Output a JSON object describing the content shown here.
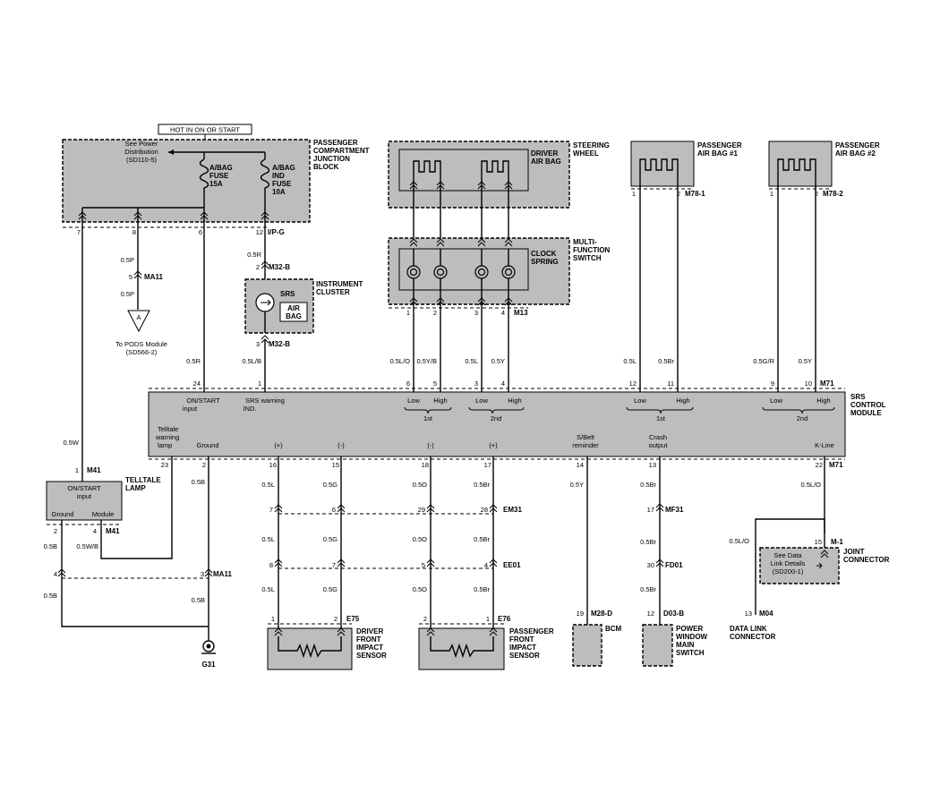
{
  "junction": {
    "hot_label": "HOT IN ON OR START",
    "title": [
      "PASSENGER",
      "COMPARTMENT",
      "JUNCTION",
      "BLOCK"
    ],
    "see_power": [
      "See Power",
      "Distribution",
      "(SD110-5)"
    ],
    "fuse1": [
      "A/BAG",
      "FUSE",
      "15A"
    ],
    "fuse2": [
      "A/BAG",
      "IND",
      "FUSE",
      "10A"
    ],
    "pins": {
      "p7": "7",
      "p8": "8",
      "p6": "6",
      "p12": "12"
    },
    "connector": "I/P-G"
  },
  "pods": {
    "wire1": "0.5P",
    "pin": "5",
    "conn": "MA11",
    "wire2": "0.5P",
    "symbol": "A",
    "label": [
      "To PODS Module",
      "(SD566-2)"
    ]
  },
  "cluster": {
    "wire": "0.5R",
    "pin_top": "2",
    "conn_top": "M32-B",
    "title": [
      "INSTRUMENT",
      "CLUSTER"
    ],
    "srs": "SRS",
    "airbag": [
      "AIR",
      "BAG"
    ],
    "pin_bot": "3",
    "conn_bot": "M32-B"
  },
  "steering": {
    "title": [
      "STEERING",
      "WHEEL"
    ],
    "driver_airbag": [
      "DRIVER",
      "AIR BAG"
    ],
    "mfs": [
      "MULTI-",
      "FUNCTION",
      "SWITCH"
    ],
    "clock": [
      "CLOCK",
      "SPRING"
    ],
    "pins": [
      "1",
      "2",
      "3",
      "4"
    ],
    "conn": "M13"
  },
  "pab1": {
    "title": [
      "PASSENGER",
      "AIR BAG #1"
    ],
    "pins": [
      "1",
      "2"
    ],
    "conn": "M78-1"
  },
  "pab2": {
    "title": [
      "PASSENGER",
      "AIR BAG #2"
    ],
    "pins": [
      "1",
      "2"
    ],
    "conn": "M78-2"
  },
  "srs_module": {
    "title": [
      "SRS",
      "CONTROL",
      "MODULE"
    ],
    "top_wires": [
      "0.5R",
      "0.5L/B",
      "0.5L/O",
      "0.5Y/B",
      "0.5L",
      "0.5Y",
      "0.5L",
      "0.5Br",
      "0.5G/R",
      "0.5Y"
    ],
    "top_pins": [
      "24",
      "1",
      "6",
      "5",
      "3",
      "4",
      "12",
      "11",
      "9",
      "10"
    ],
    "top_conn": "M71",
    "on_start": [
      "ON/START",
      "input"
    ],
    "srs_warn": [
      "SRS warning",
      "IND."
    ],
    "low": "Low",
    "high": "High",
    "first": "1st",
    "second": "2nd",
    "telltale_lbl": [
      "Telltale",
      "warning",
      "lamp"
    ],
    "ground_lbl": "Ground",
    "plus": "(+)",
    "minus": "(-)",
    "sbelt": [
      "S/Belt",
      "reminder"
    ],
    "crash": [
      "Crash",
      "output"
    ],
    "kline": "K-Line",
    "bot_pins": [
      "23",
      "2",
      "16",
      "15",
      "18",
      "17",
      "14",
      "13",
      "22"
    ],
    "bot_conn": "M71"
  },
  "telltale": {
    "wire": "0.5W",
    "pin_top": "1",
    "conn_top": "M41",
    "title": [
      "TELLTALE",
      "LAMP"
    ],
    "on_start": [
      "ON/START",
      "input"
    ],
    "ground": "Ground",
    "module": "Module",
    "pins_bot": [
      "2",
      "4"
    ],
    "conn_bot": "M41",
    "wire_l": "0.5B",
    "wire_r": "0.5W/B"
  },
  "ground": {
    "wire_b": "0.5B",
    "pin4": "4",
    "pin3": "3",
    "conn": "MA11",
    "wire_b2": "0.5B",
    "wire_b3": "0.5B",
    "label": "G31"
  },
  "sensors": {
    "w16": "0.5L",
    "w15": "0.5G",
    "w18": "0.5O",
    "w17": "0.5Br",
    "em31_pins": [
      "7",
      "6",
      "29",
      "28"
    ],
    "em31": "EM31",
    "ee01_pins": [
      "8",
      "7",
      "5",
      "4"
    ],
    "ee01": "EE01",
    "drv_pins": [
      "1",
      "2"
    ],
    "drv_conn": "E75",
    "drv_title": [
      "DRIVER",
      "FRONT",
      "IMPACT",
      "SENSOR"
    ],
    "pas_pins": [
      "2",
      "1"
    ],
    "pas_conn": "E76",
    "pas_title": [
      "PASSENGER",
      "FRONT",
      "IMPACT",
      "SENSOR"
    ]
  },
  "bcm": {
    "wire": "0.5Y",
    "pin": "19",
    "conn": "M28-D",
    "title": "BCM"
  },
  "pwm": {
    "wires": [
      "0.5Br",
      "0.5Br",
      "0.5Br"
    ],
    "pin1": "17",
    "conn1": "MF31",
    "pin2": "30",
    "conn2": "FD01",
    "pin3": "12",
    "conn3": "D03-B",
    "title": [
      "POWER",
      "WINDOW",
      "MAIN",
      "SWITCH"
    ]
  },
  "joint": {
    "wire": "0.5L/O",
    "pin": "15",
    "conn": "M-1",
    "title": [
      "JOINT",
      "CONNECTOR"
    ],
    "see": [
      "See Data",
      "Link Details",
      "(SD200-1)"
    ],
    "wire2": "0.5L/O",
    "dlc_pin": "13",
    "dlc_conn": "M04",
    "dlc_title": [
      "DATA LINK",
      "CONNECTOR"
    ]
  }
}
